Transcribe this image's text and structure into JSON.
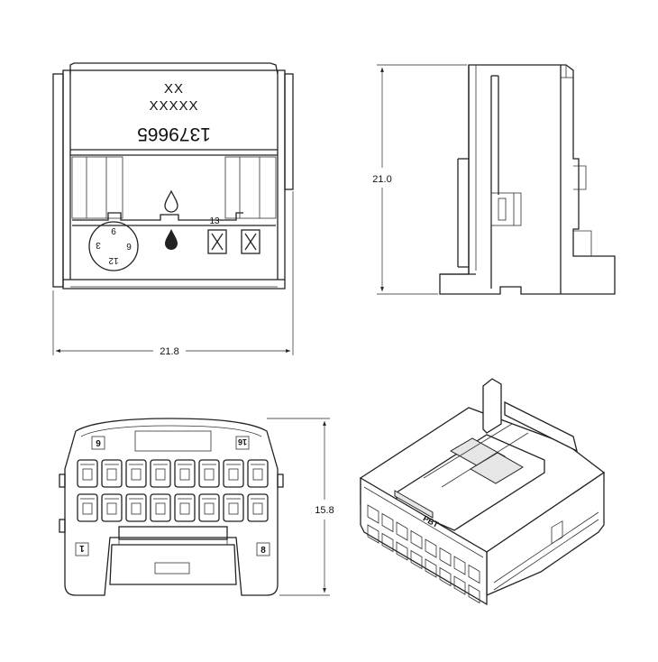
{
  "dimensions": {
    "width": "21.8",
    "height": "21.0",
    "depth": "15.8"
  },
  "part_marking": {
    "line1": "XX",
    "line2": "XXXXX",
    "part_number": "1379665",
    "cavity_label": "13"
  },
  "dial": {
    "marks": [
      "6",
      "9",
      "12",
      "3"
    ]
  },
  "pin_labels": {
    "top_left": "9",
    "top_right": "16",
    "bottom_left": "1",
    "bottom_right": "8"
  },
  "iso_marking": "PBT",
  "icons": [
    "water-drop-icon",
    "x-box-icon"
  ]
}
